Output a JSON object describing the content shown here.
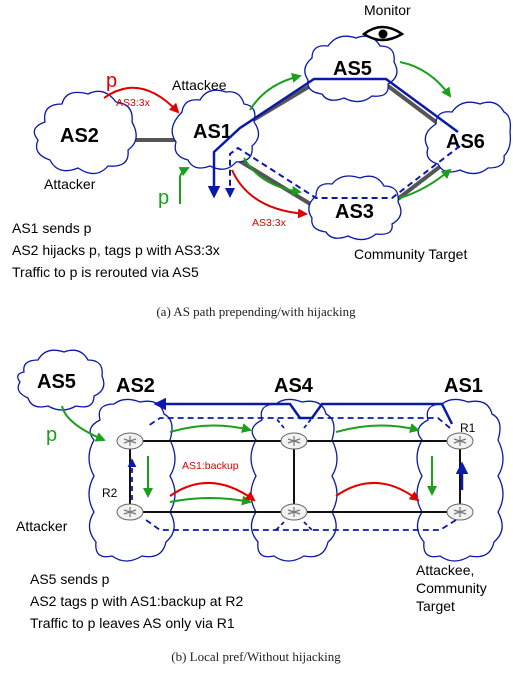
{
  "top": {
    "clouds": {
      "as2": "AS2",
      "as1": "AS1",
      "as5": "AS5",
      "as3": "AS3",
      "as6": "AS6"
    },
    "roles": {
      "monitor": "Monitor",
      "attackee": "Attackee",
      "attacker": "Attacker",
      "community_target": "Community Target"
    },
    "prefix_label": "p",
    "tags": {
      "as2_tag": "AS3:3x",
      "as3_tag": "AS3:3x"
    },
    "notes": [
      "AS1 sends p",
      "AS2 hijacks p, tags p with AS3:3x",
      "Traffic to p is rerouted via AS5"
    ],
    "caption": "(a)  AS path prepending/with hijacking"
  },
  "bottom": {
    "as_labels": {
      "as5": "AS5",
      "as2": "AS2",
      "as4": "AS4",
      "as1": "AS1"
    },
    "routers": {
      "r1": "R1",
      "r2": "R2"
    },
    "roles": {
      "attacker": "Attacker",
      "attackee_1": "Attackee,",
      "attackee_2": "Community",
      "attackee_3": "Target"
    },
    "prefix_label": "p",
    "tag": "AS1:backup",
    "notes": [
      "AS5 sends p",
      "AS2 tags p with AS1:backup at R2",
      "Traffic to p leaves AS only via R1"
    ],
    "caption": "(b)  Local pref/Without hijacking"
  },
  "colors": {
    "blue": "#0a1aa8",
    "green": "#1aa01a",
    "red": "#e00000",
    "gray": "#555555"
  }
}
